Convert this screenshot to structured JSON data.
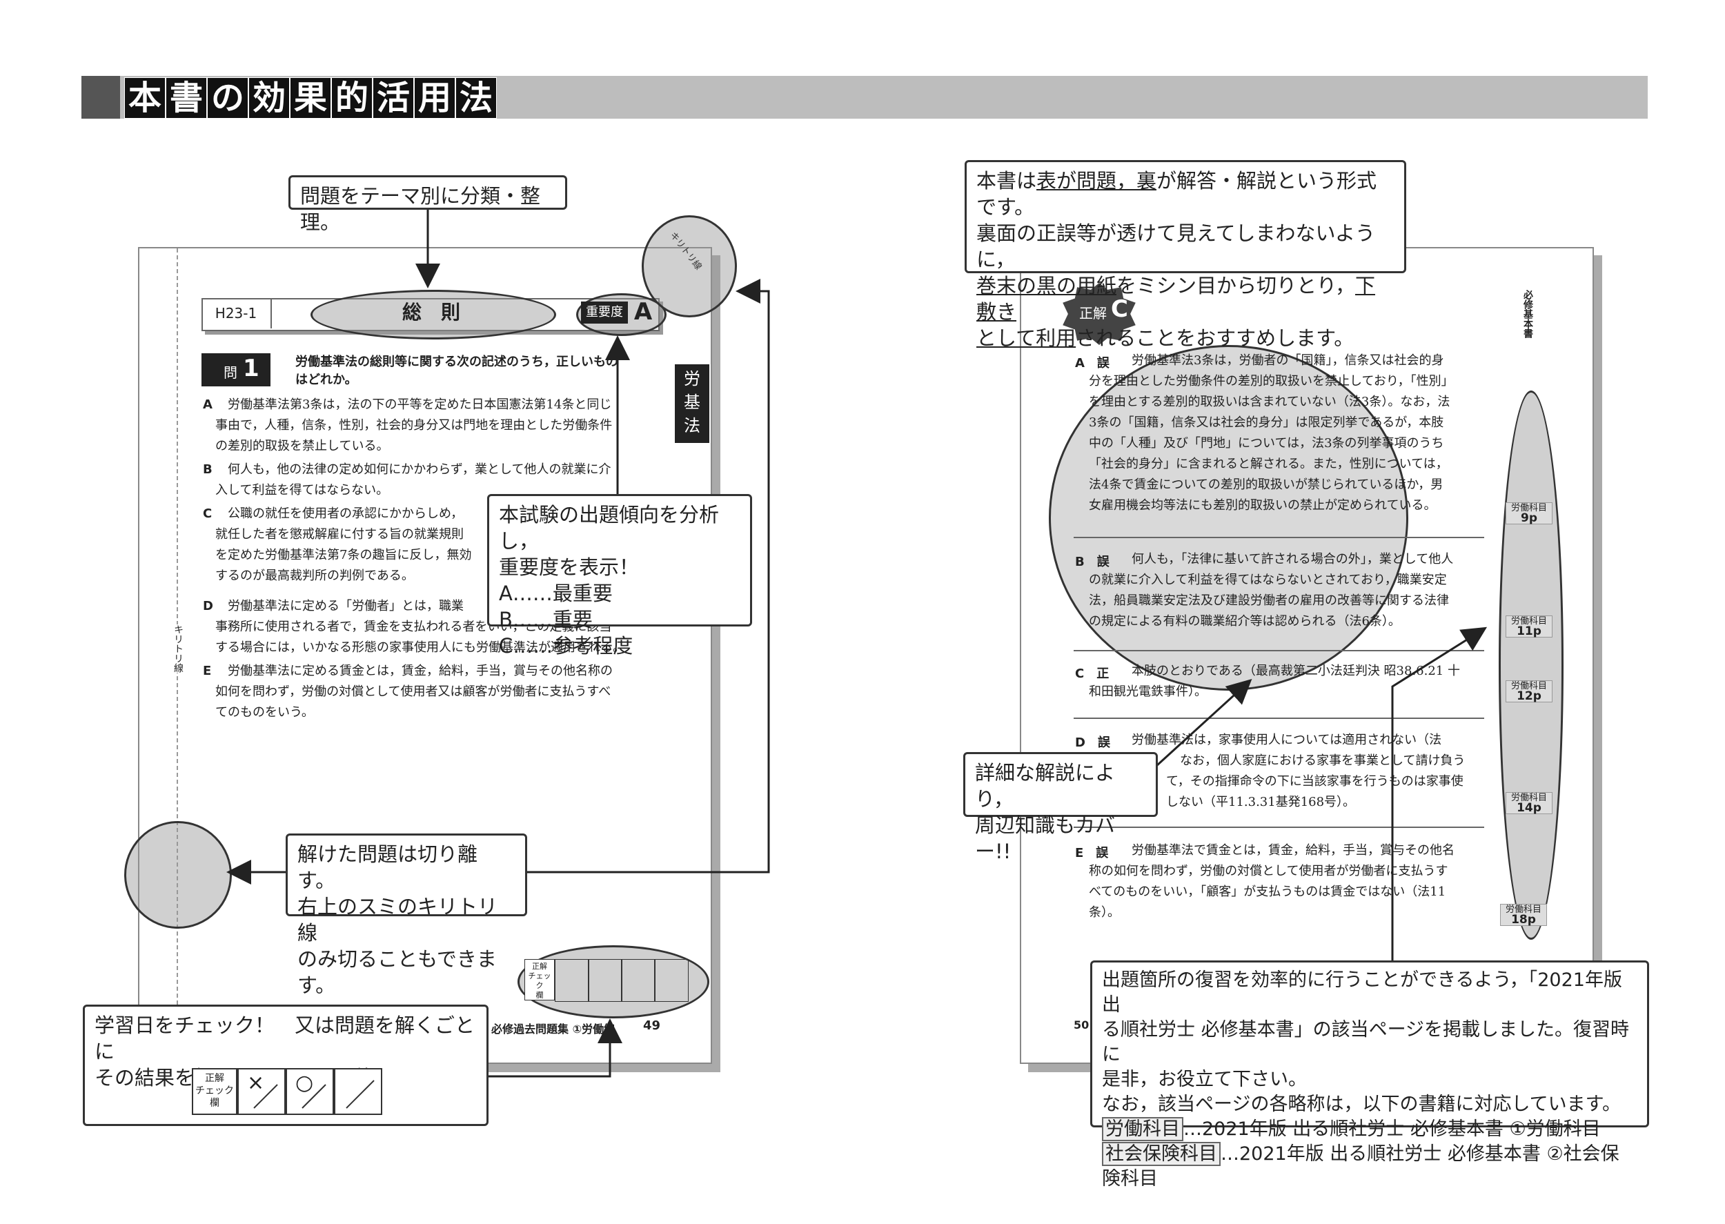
{
  "header": {
    "title_chars": [
      "本",
      "書",
      "の",
      "効",
      "果",
      "的",
      "活",
      "用",
      "法"
    ]
  },
  "left_page": {
    "meta_code": "H23-1",
    "theme": "総　則",
    "importance_label": "重要度",
    "importance_grade": "A",
    "question_tag": "問",
    "question_number": "1",
    "question_text": [
      "労働基準法の総則等に関する次の記述のうち，正しいもの",
      "はどれか。"
    ],
    "side_tab": [
      "労",
      "基",
      "法"
    ],
    "options": [
      {
        "label": "A",
        "lines": [
          "労働基準法第3条は，法の下の平等を定めた日本国憲法第14条と同じ",
          "事由で，人種，信条，性別，社会的身分又は門地を理由とした労働条件",
          "の差別的取扱を禁止している。"
        ]
      },
      {
        "label": "B",
        "lines": [
          "何人も，他の法律の定め如何にかかわらず，業として他人の就業に介",
          "入して利益を得てはならない。"
        ]
      },
      {
        "label": "C",
        "lines": [
          "公職の就任を使用者の承認にかからしめ，",
          "就任した者を懲戒解雇に付する旨の就業規則",
          "を定めた労働基準法第7条の趣旨に反し，無効",
          "するのが最高裁判所の判例である。"
        ]
      },
      {
        "label": "D",
        "lines": [
          "労働基準法に定める「労働者」とは，職業",
          "事務所に使用される者で，賃金を支払われる者をいい，この定義に該当",
          "する場合には，いかなる形態の家事使用人にも労働基準法が適用される。"
        ]
      },
      {
        "label": "E",
        "lines": [
          "労働基準法に定める賃金とは，賃金，給料，手当，賞与その他名称の",
          "如何を問わず，労働の対償として使用者又は顧客が労働者に支払うすべ",
          "てのものをいう。"
        ]
      }
    ],
    "cut_line_label": "キリトリ線",
    "corner_label": "キリトリ線",
    "check_label": [
      "正解",
      "チェック",
      "欄"
    ],
    "footer_book": "必修過去問題集 ①労働編",
    "page_number": "49"
  },
  "right_page": {
    "answer_label": "正解",
    "answer_grade": "C",
    "running_head": "必修基本書",
    "explanations": [
      {
        "label": "A　誤",
        "lines": [
          "労働基準法3条は，労働者の「国籍」，信条又は社会的身",
          "分を理由とした労働条件の差別的取扱いを禁止しており，「性別」",
          "を理由とする差別的取扱いは含まれていない（法3条）。なお，法",
          "3条の「国籍，信条又は社会的身分」は限定列挙であるが，本肢",
          "中の「人種」及び「門地」については，法3条の列挙事項のうち",
          "「社会的身分」に含まれると解される。また，性別については，",
          "法4条で賃金についての差別的取扱いが禁じられているほか，男",
          "女雇用機会均等法にも差別的取扱いの禁止が定められている。"
        ]
      },
      {
        "label": "B　誤",
        "lines": [
          "何人も，「法律に基いて許される場合の外」，業として他人",
          "の就業に介入して利益を得てはならないとされており，職業安定",
          "法，船員職業安定法及び建設労働者の雇用の改善等に関する法律",
          "の規定による有料の職業紹介等は認められる（法6条）。"
        ]
      },
      {
        "label": "C　正",
        "lines": [
          "本肢のとおりである（最高裁第二小法廷判決 昭38.6.21 十",
          "和田観光電鉄事件）。"
        ]
      },
      {
        "label": "D　誤",
        "lines": [
          "労働基準法は，家事使用人については適用されない（法",
          "なお，個人家庭における家事を事業として請け負う",
          "て，その指揮命令の下に当該家事を行うものは家事使",
          "しない（平11.3.31基発168号）。"
        ]
      },
      {
        "label": "E　誤",
        "lines": [
          "労働基準法で賃金とは，賃金，給料，手当，賞与その他名",
          "称の如何を問わず，労働の対償として使用者が労働者に支払うす",
          "べてのものをいい，「顧客」が支払うものは賃金ではない（法11",
          "条）。"
        ]
      }
    ],
    "refs": [
      {
        "subject": "労働科目",
        "page": "9p"
      },
      {
        "subject": "労働科目",
        "page": "11p"
      },
      {
        "subject": "労働科目",
        "page": "12p"
      },
      {
        "subject": "労働科目",
        "page": "14p"
      },
      {
        "subject": "労働科目",
        "page": "18p"
      }
    ],
    "page_number": "50"
  },
  "callouts": {
    "theme": "問題をテーマ別に分類・整理。",
    "importance": [
      "本試験の出題傾向を分析し，",
      "重要度を表示！",
      "A……最重要",
      "B……重要",
      "C……参考程度"
    ],
    "cutout": [
      "解けた問題は切り離す。",
      "右上のスミのキリトリ線",
      "のみ切ることもできます。"
    ],
    "check": [
      "学習日をチェック！　又は問題を解くごとに",
      "その結果を記入することも可能！"
    ],
    "check_marks": [
      "×",
      "○"
    ],
    "format": {
      "line1": [
        "本書は",
        "表が問題，裏",
        "が解答・解説という形式です。"
      ],
      "line2": "裏面の正誤等が透けて見えてしまわないように，",
      "line3": [
        "巻末の黒の用紙",
        "をミシン目から切りとり，",
        "下敷き"
      ],
      "line4": [
        "として利用",
        "されることをおすすめします。"
      ]
    },
    "detail": [
      "詳細な解説により，",
      "周辺知識もカバー!!"
    ],
    "reference": [
      "出題箇所の復習を効率的に行うことができるよう，「2021年版出",
      "る順社労士 必修基本書」の該当ページを掲載しました。復習時に",
      "是非，お役立て下さい。",
      "なお，該当ページの各略称は，以下の書籍に対応しています。"
    ],
    "ref_defs": [
      {
        "tag": "労働科目",
        "text": "…2021年版 出る順社労士 必修基本書 ①労働科目"
      },
      {
        "tag": "社会保険科目",
        "text": "…2021年版 出る順社労士 必修基本書 ②社会保険科目"
      }
    ]
  }
}
